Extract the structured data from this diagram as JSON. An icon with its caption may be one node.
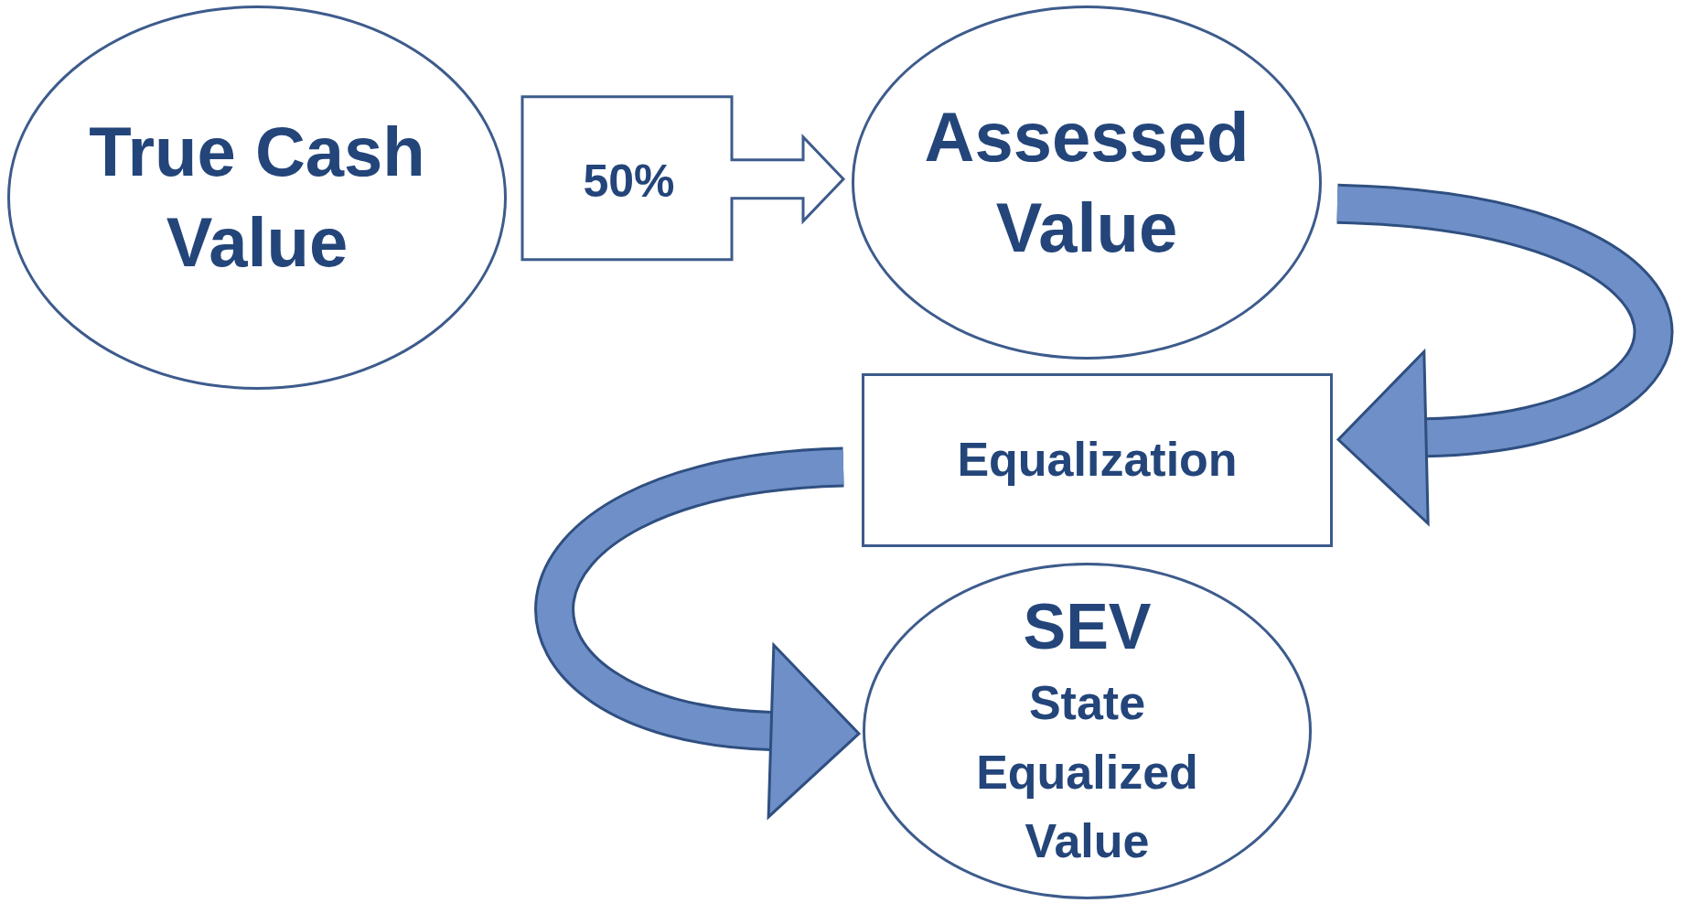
{
  "diagram": {
    "nodes": [
      {
        "text": [
          "True Cash Value"
        ]
      },
      {
        "text": [
          "Assessed Value"
        ]
      },
      {
        "text": [
          "Equalization"
        ]
      },
      {
        "text": [
          "SEV",
          "State Equalized Value"
        ]
      }
    ],
    "edges": [
      {
        "from": 0,
        "to": 1,
        "arrow": "to",
        "label": "50%"
      },
      {
        "from": 1,
        "to": 2,
        "arrow": "to"
      },
      {
        "from": 2,
        "to": 3,
        "arrow": "to"
      }
    ]
  }
}
